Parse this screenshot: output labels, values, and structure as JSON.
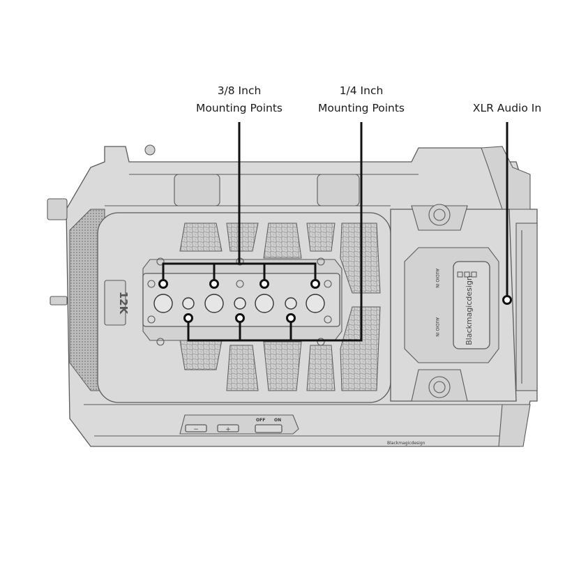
{
  "callouts": [
    {
      "line1": "3/8 Inch",
      "line2": "Mounting Points"
    },
    {
      "line1": "1/4 Inch",
      "line2": "Mounting Points"
    },
    {
      "line1": "XLR Audio In"
    }
  ],
  "camera": {
    "badge": "12K",
    "brand": "Blackmagicdesign",
    "audio_in_1": "AUDIO IN",
    "audio_in_2": "AUDIO IN",
    "power_off": "OFF",
    "power_on": "ON",
    "minus": "−",
    "plus": "+"
  },
  "colors": {
    "body": "#dadada",
    "outline": "#5a5a5a",
    "leader": "#111111"
  }
}
